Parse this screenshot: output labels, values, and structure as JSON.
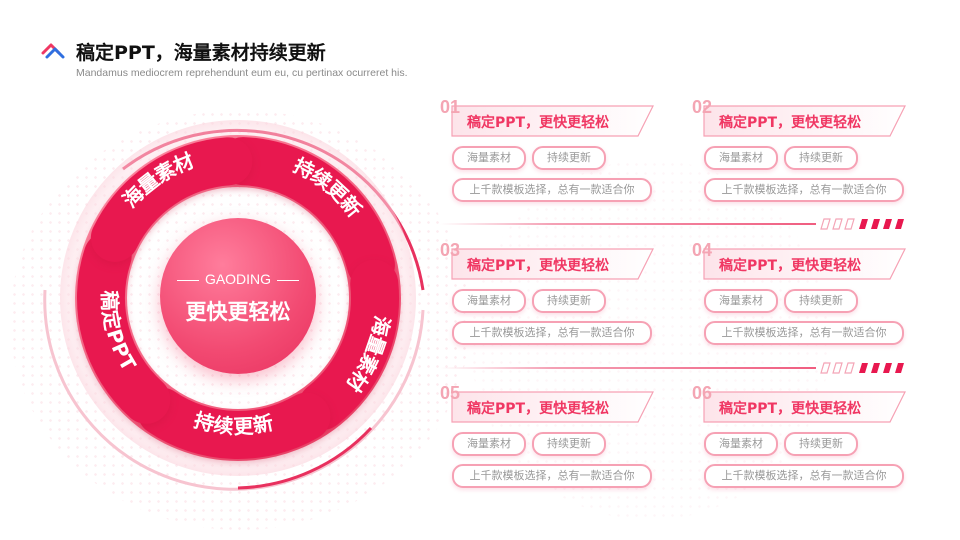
{
  "header": {
    "title": "稿定PPT，海量素材持续更新",
    "subtitle": "Mandamus mediocrem reprehendunt eum eu, cu pertinax ocurreret his."
  },
  "center": {
    "eyebrow": "GAODING",
    "main": "更快更轻松"
  },
  "ring": {
    "segments": [
      "持续更新",
      "海量素材",
      "持续更新",
      "稿定PPT",
      "海量素材"
    ]
  },
  "cards": [
    {
      "num": "01",
      "title": "稿定PPT，更快更轻松",
      "tag1": "海量素材",
      "tag2": "持续更新",
      "desc": "上千款模板选择，总有一款适合你"
    },
    {
      "num": "02",
      "title": "稿定PPT，更快更轻松",
      "tag1": "海量素材",
      "tag2": "持续更新",
      "desc": "上千款模板选择，总有一款适合你"
    },
    {
      "num": "03",
      "title": "稿定PPT，更快更轻松",
      "tag1": "海量素材",
      "tag2": "持续更新",
      "desc": "上千款模板选择，总有一款适合你"
    },
    {
      "num": "04",
      "title": "稿定PPT，更快更轻松",
      "tag1": "海量素材",
      "tag2": "持续更新",
      "desc": "上千款模板选择，总有一款适合你"
    },
    {
      "num": "05",
      "title": "稿定PPT，更快更轻松",
      "tag1": "海量素材",
      "tag2": "持续更新",
      "desc": "上千款模板选择，总有一款适合你"
    },
    {
      "num": "06",
      "title": "稿定PPT，更快更轻松",
      "tag1": "海量素材",
      "tag2": "持续更新",
      "desc": "上千款模板选择，总有一款适合你"
    }
  ],
  "colors": {
    "accent": "#f03763",
    "accent_light": "#f6a1b4",
    "ring_dark": "#e8184f"
  }
}
